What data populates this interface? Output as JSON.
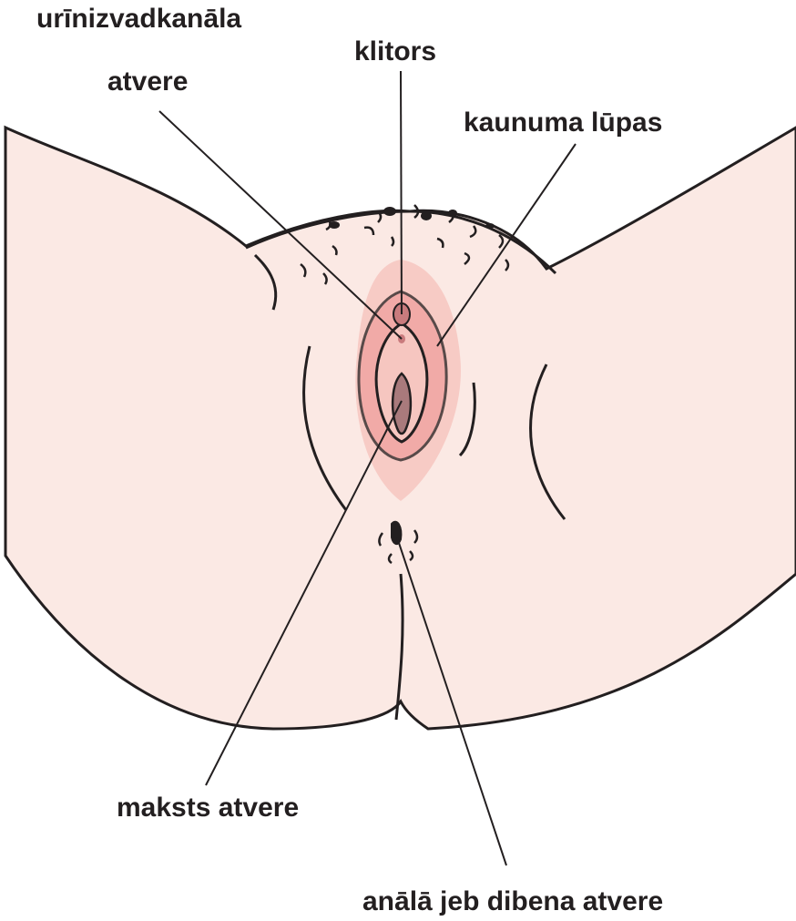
{
  "labels": {
    "urethra_line1": "urīnizvadkanāla",
    "urethra_line2": "atvere",
    "clitoris": "klitors",
    "labia": "kaunuma lūpas",
    "vagina": "maksts atvere",
    "anus": "anālā jeb dibena atvere"
  },
  "colors": {
    "skin": "#fbe9e4",
    "outline": "#231f20",
    "pink_light": "#f6c6c0",
    "pink_mid": "#ef9f9d",
    "pink_dark": "#c97b7d",
    "mauve": "#a97a7c"
  }
}
